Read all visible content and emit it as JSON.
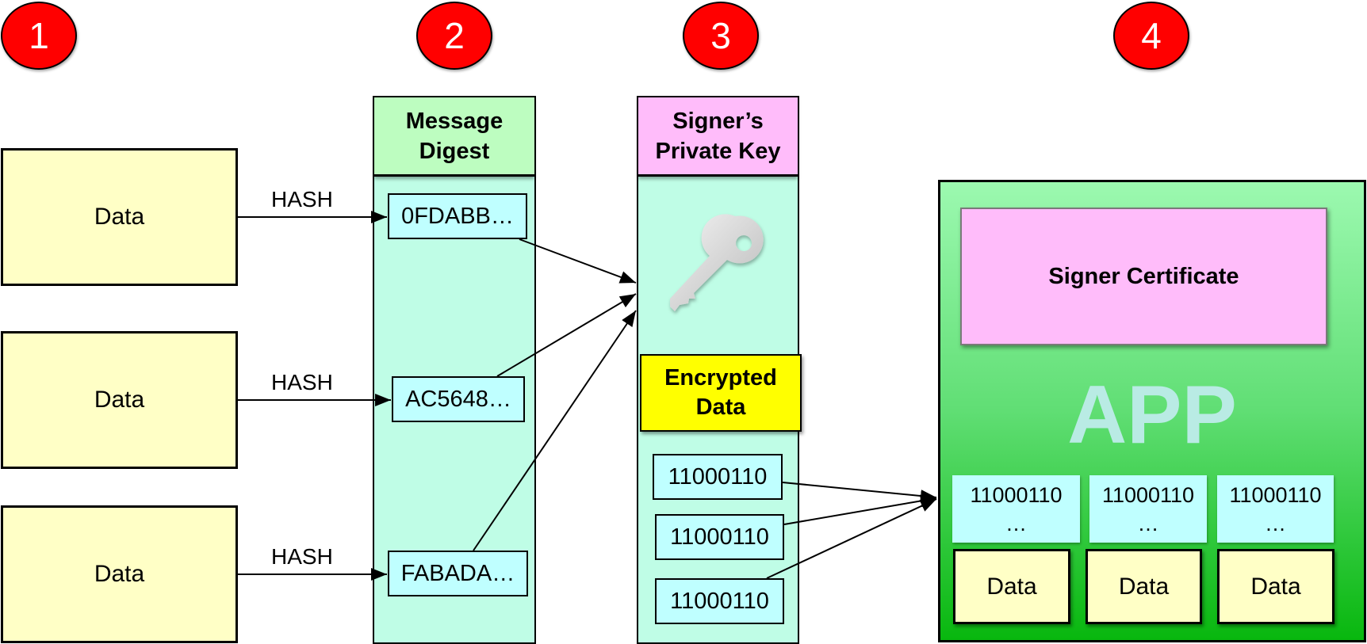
{
  "steps": [
    "1",
    "2",
    "3",
    "4"
  ],
  "inputs": {
    "data_boxes": [
      "Data",
      "Data",
      "Data"
    ],
    "hash_labels": [
      "HASH",
      "HASH",
      "HASH"
    ]
  },
  "digest_column": {
    "title_line1": "Message",
    "title_line2": "Digest",
    "values": [
      "0FDABB…",
      "AC5648…",
      "FABADA…"
    ]
  },
  "key_column": {
    "title_line1": "Signer’s",
    "title_line2": "Private Key",
    "key_icon": "key-icon",
    "encrypted_line1": "Encrypted",
    "encrypted_line2": "Data",
    "encrypted_values": [
      "11000110",
      "11000110",
      "11000110"
    ]
  },
  "app_bundle": {
    "certificate": "Signer Certificate",
    "label": "APP",
    "signatures": [
      {
        "value": "11000110",
        "more": "…"
      },
      {
        "value": "11000110",
        "more": "…"
      },
      {
        "value": "11000110",
        "more": "…"
      }
    ],
    "data": [
      "Data",
      "Data",
      "Data"
    ]
  },
  "colors": {
    "step_badge": "#ff0000",
    "data": "#ffffc6",
    "digest_header": "#bdfdc0",
    "key_header": "#ffbcfa",
    "column_body": "#bffde6",
    "value_box": "#bfffff",
    "encrypted": "#ffff00",
    "app": "#2fce3e",
    "app_label": "#b9ebe4"
  }
}
